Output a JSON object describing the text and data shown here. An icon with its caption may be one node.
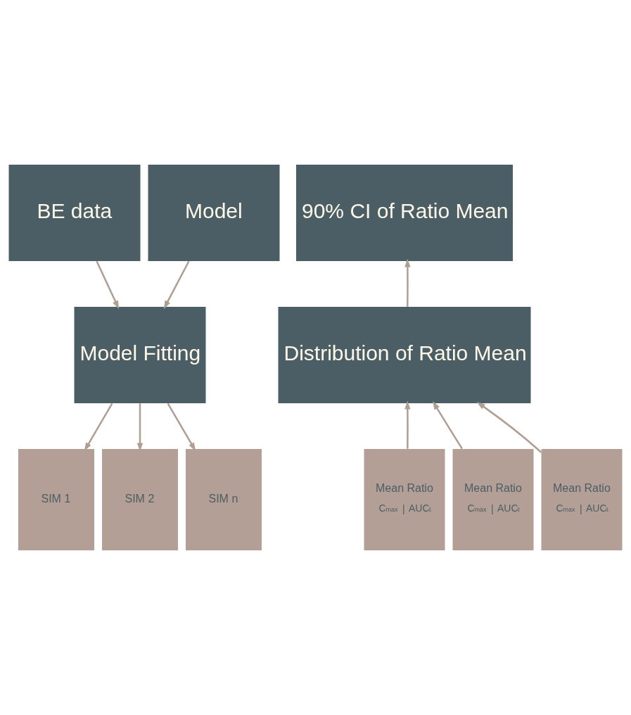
{
  "diagram": {
    "nodes": [
      {
        "text": [
          "BE data"
        ]
      },
      {
        "text": [
          "Model"
        ]
      },
      {
        "text": [
          "Model Fitting"
        ]
      },
      {
        "text": [
          "SIM 1"
        ]
      },
      {
        "text": [
          "SIM 2"
        ]
      },
      {
        "text": [
          "SIM n"
        ]
      },
      {
        "text": [
          "90% CI of Ratio Mean"
        ]
      },
      {
        "text": [
          "Distribution of Ratio Mean"
        ]
      },
      {
        "text": [
          "Mean Ratio",
          "C$_{max}$ | AUC$_{t}$"
        ]
      },
      {
        "text": [
          "Mean Ratio",
          "C$_{max}$ | AUC$_{t}$"
        ]
      },
      {
        "text": [
          "Mean Ratio",
          "C$_{max}$ | AUC$_{t}$"
        ]
      }
    ],
    "edges": [
      {
        "from": 0,
        "to": 2,
        "arrow": "to"
      },
      {
        "from": 1,
        "to": 2,
        "arrow": "to"
      },
      {
        "from": 2,
        "to": 3,
        "arrow": "to"
      },
      {
        "from": 2,
        "to": 4,
        "arrow": "to"
      },
      {
        "from": 2,
        "to": 5,
        "arrow": "to"
      },
      {
        "from": 8,
        "to": 7,
        "arrow": "to"
      },
      {
        "from": 9,
        "to": 7,
        "arrow": "to"
      },
      {
        "from": 10,
        "to": 7,
        "arrow": "to"
      },
      {
        "from": 7,
        "to": 6,
        "arrow": "to"
      }
    ]
  }
}
